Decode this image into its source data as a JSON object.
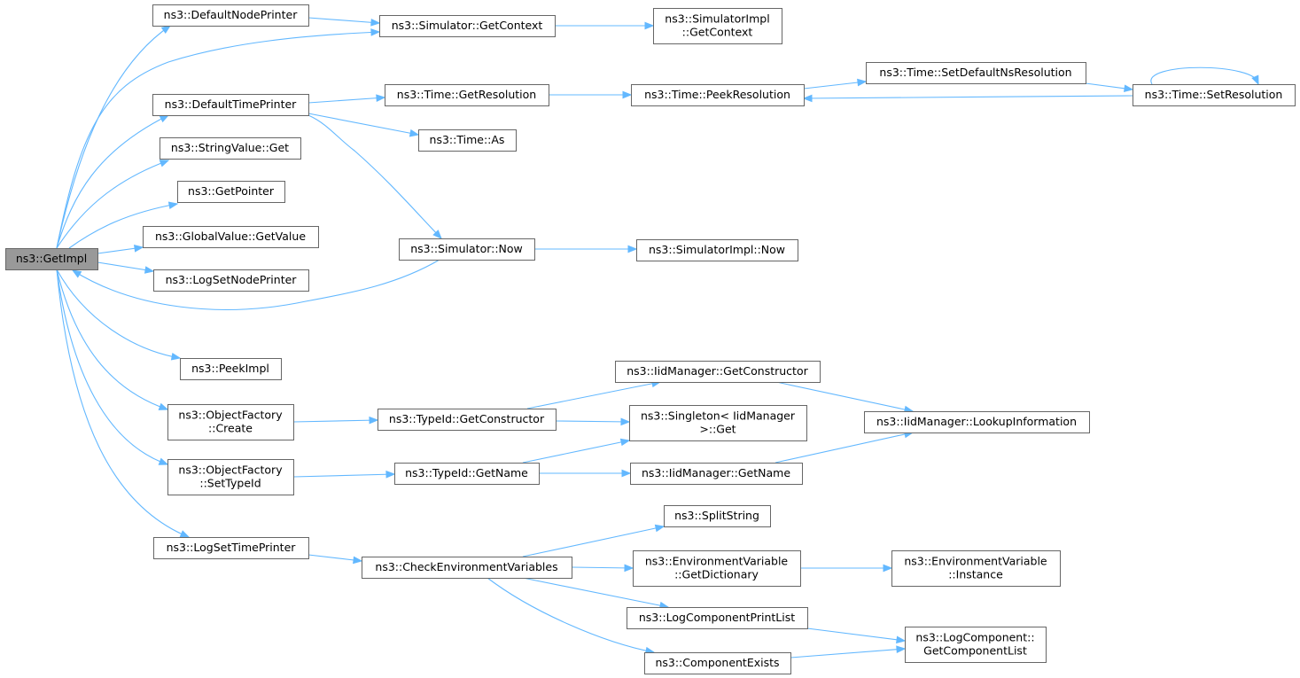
{
  "graph": {
    "colors": {
      "edge": "#63b8ff",
      "node_border": "#666666",
      "root_fill": "#999999",
      "node_fill": "#ffffff"
    },
    "nodes": [
      {
        "id": "root",
        "lines": [
          "ns3::GetImpl"
        ],
        "root": true
      },
      {
        "id": "defaultNodePrinter",
        "lines": [
          "ns3::DefaultNodePrinter"
        ]
      },
      {
        "id": "simGetContext",
        "lines": [
          "ns3::Simulator::GetContext"
        ]
      },
      {
        "id": "simImplGetContext",
        "lines": [
          "ns3::SimulatorImpl",
          "::GetContext"
        ]
      },
      {
        "id": "defaultTimePrinter",
        "lines": [
          "ns3::DefaultTimePrinter"
        ]
      },
      {
        "id": "timeGetResolution",
        "lines": [
          "ns3::Time::GetResolution"
        ]
      },
      {
        "id": "timePeekResolution",
        "lines": [
          "ns3::Time::PeekResolution"
        ]
      },
      {
        "id": "timeSetDefaultNs",
        "lines": [
          "ns3::Time::SetDefaultNsResolution"
        ]
      },
      {
        "id": "timeSetResolution",
        "lines": [
          "ns3::Time::SetResolution"
        ]
      },
      {
        "id": "timeAs",
        "lines": [
          "ns3::Time::As"
        ]
      },
      {
        "id": "stringValueGet",
        "lines": [
          "ns3::StringValue::Get"
        ]
      },
      {
        "id": "getPointer",
        "lines": [
          "ns3::GetPointer"
        ]
      },
      {
        "id": "globalValueGetValue",
        "lines": [
          "ns3::GlobalValue::GetValue"
        ]
      },
      {
        "id": "simNow",
        "lines": [
          "ns3::Simulator::Now"
        ]
      },
      {
        "id": "simImplNow",
        "lines": [
          "ns3::SimulatorImpl::Now"
        ]
      },
      {
        "id": "logSetNodePrinter",
        "lines": [
          "ns3::LogSetNodePrinter"
        ]
      },
      {
        "id": "peekImpl",
        "lines": [
          "ns3::PeekImpl"
        ]
      },
      {
        "id": "iidGetConstructor",
        "lines": [
          "ns3::IidManager::GetConstructor"
        ]
      },
      {
        "id": "ofCreate",
        "lines": [
          "ns3::ObjectFactory",
          "::Create"
        ]
      },
      {
        "id": "typeIdGetConstructor",
        "lines": [
          "ns3::TypeId::GetConstructor"
        ]
      },
      {
        "id": "singletonGet",
        "lines": [
          "ns3::Singleton< IidManager",
          " >::Get"
        ]
      },
      {
        "id": "iidLookupInfo",
        "lines": [
          "ns3::IidManager::LookupInformation"
        ]
      },
      {
        "id": "ofSetTypeId",
        "lines": [
          "ns3::ObjectFactory",
          "::SetTypeId"
        ]
      },
      {
        "id": "typeIdGetName",
        "lines": [
          "ns3::TypeId::GetName"
        ]
      },
      {
        "id": "iidGetName",
        "lines": [
          "ns3::IidManager::GetName"
        ]
      },
      {
        "id": "splitString",
        "lines": [
          "ns3::SplitString"
        ]
      },
      {
        "id": "logSetTimePrinter",
        "lines": [
          "ns3::LogSetTimePrinter"
        ]
      },
      {
        "id": "checkEnvVars",
        "lines": [
          "ns3::CheckEnvironmentVariables"
        ]
      },
      {
        "id": "envVarGetDict",
        "lines": [
          "ns3::EnvironmentVariable",
          "::GetDictionary"
        ]
      },
      {
        "id": "envVarInstance",
        "lines": [
          "ns3::EnvironmentVariable",
          "::Instance"
        ]
      },
      {
        "id": "logCompPrintList",
        "lines": [
          "ns3::LogComponentPrintList"
        ]
      },
      {
        "id": "logCompGetList",
        "lines": [
          "ns3::LogComponent::",
          "GetComponentList"
        ]
      },
      {
        "id": "componentExists",
        "lines": [
          "ns3::ComponentExists"
        ]
      }
    ],
    "edges": [
      {
        "from": "root",
        "to": "defaultNodePrinter"
      },
      {
        "from": "root",
        "to": "simGetContext"
      },
      {
        "from": "root",
        "to": "defaultTimePrinter"
      },
      {
        "from": "root",
        "to": "stringValueGet"
      },
      {
        "from": "root",
        "to": "getPointer"
      },
      {
        "from": "root",
        "to": "globalValueGetValue"
      },
      {
        "from": "root",
        "to": "logSetNodePrinter"
      },
      {
        "from": "root",
        "to": "simNow"
      },
      {
        "from": "root",
        "to": "peekImpl"
      },
      {
        "from": "root",
        "to": "ofCreate"
      },
      {
        "from": "root",
        "to": "ofSetTypeId"
      },
      {
        "from": "root",
        "to": "logSetTimePrinter"
      },
      {
        "from": "defaultNodePrinter",
        "to": "simGetContext"
      },
      {
        "from": "simGetContext",
        "to": "simImplGetContext"
      },
      {
        "from": "defaultTimePrinter",
        "to": "timeGetResolution"
      },
      {
        "from": "defaultTimePrinter",
        "to": "timeAs"
      },
      {
        "from": "defaultTimePrinter",
        "to": "simNow"
      },
      {
        "from": "timeGetResolution",
        "to": "timePeekResolution"
      },
      {
        "from": "timePeekResolution",
        "to": "timeSetDefaultNs"
      },
      {
        "from": "timeSetDefaultNs",
        "to": "timeSetResolution"
      },
      {
        "from": "timeSetResolution",
        "to": "timePeekResolution"
      },
      {
        "from": "timeSetResolution",
        "to": "timeSetResolution"
      },
      {
        "from": "simNow",
        "to": "simImplNow"
      },
      {
        "from": "ofCreate",
        "to": "typeIdGetConstructor"
      },
      {
        "from": "typeIdGetConstructor",
        "to": "iidGetConstructor"
      },
      {
        "from": "typeIdGetConstructor",
        "to": "singletonGet"
      },
      {
        "from": "iidGetConstructor",
        "to": "iidLookupInfo"
      },
      {
        "from": "ofSetTypeId",
        "to": "typeIdGetName"
      },
      {
        "from": "typeIdGetName",
        "to": "singletonGet"
      },
      {
        "from": "typeIdGetName",
        "to": "iidGetName"
      },
      {
        "from": "iidGetName",
        "to": "iidLookupInfo"
      },
      {
        "from": "logSetTimePrinter",
        "to": "checkEnvVars"
      },
      {
        "from": "checkEnvVars",
        "to": "splitString"
      },
      {
        "from": "checkEnvVars",
        "to": "envVarGetDict"
      },
      {
        "from": "checkEnvVars",
        "to": "logCompPrintList"
      },
      {
        "from": "checkEnvVars",
        "to": "componentExists"
      },
      {
        "from": "envVarGetDict",
        "to": "envVarInstance"
      },
      {
        "from": "logCompPrintList",
        "to": "logCompGetList"
      },
      {
        "from": "componentExists",
        "to": "logCompGetList"
      }
    ]
  }
}
